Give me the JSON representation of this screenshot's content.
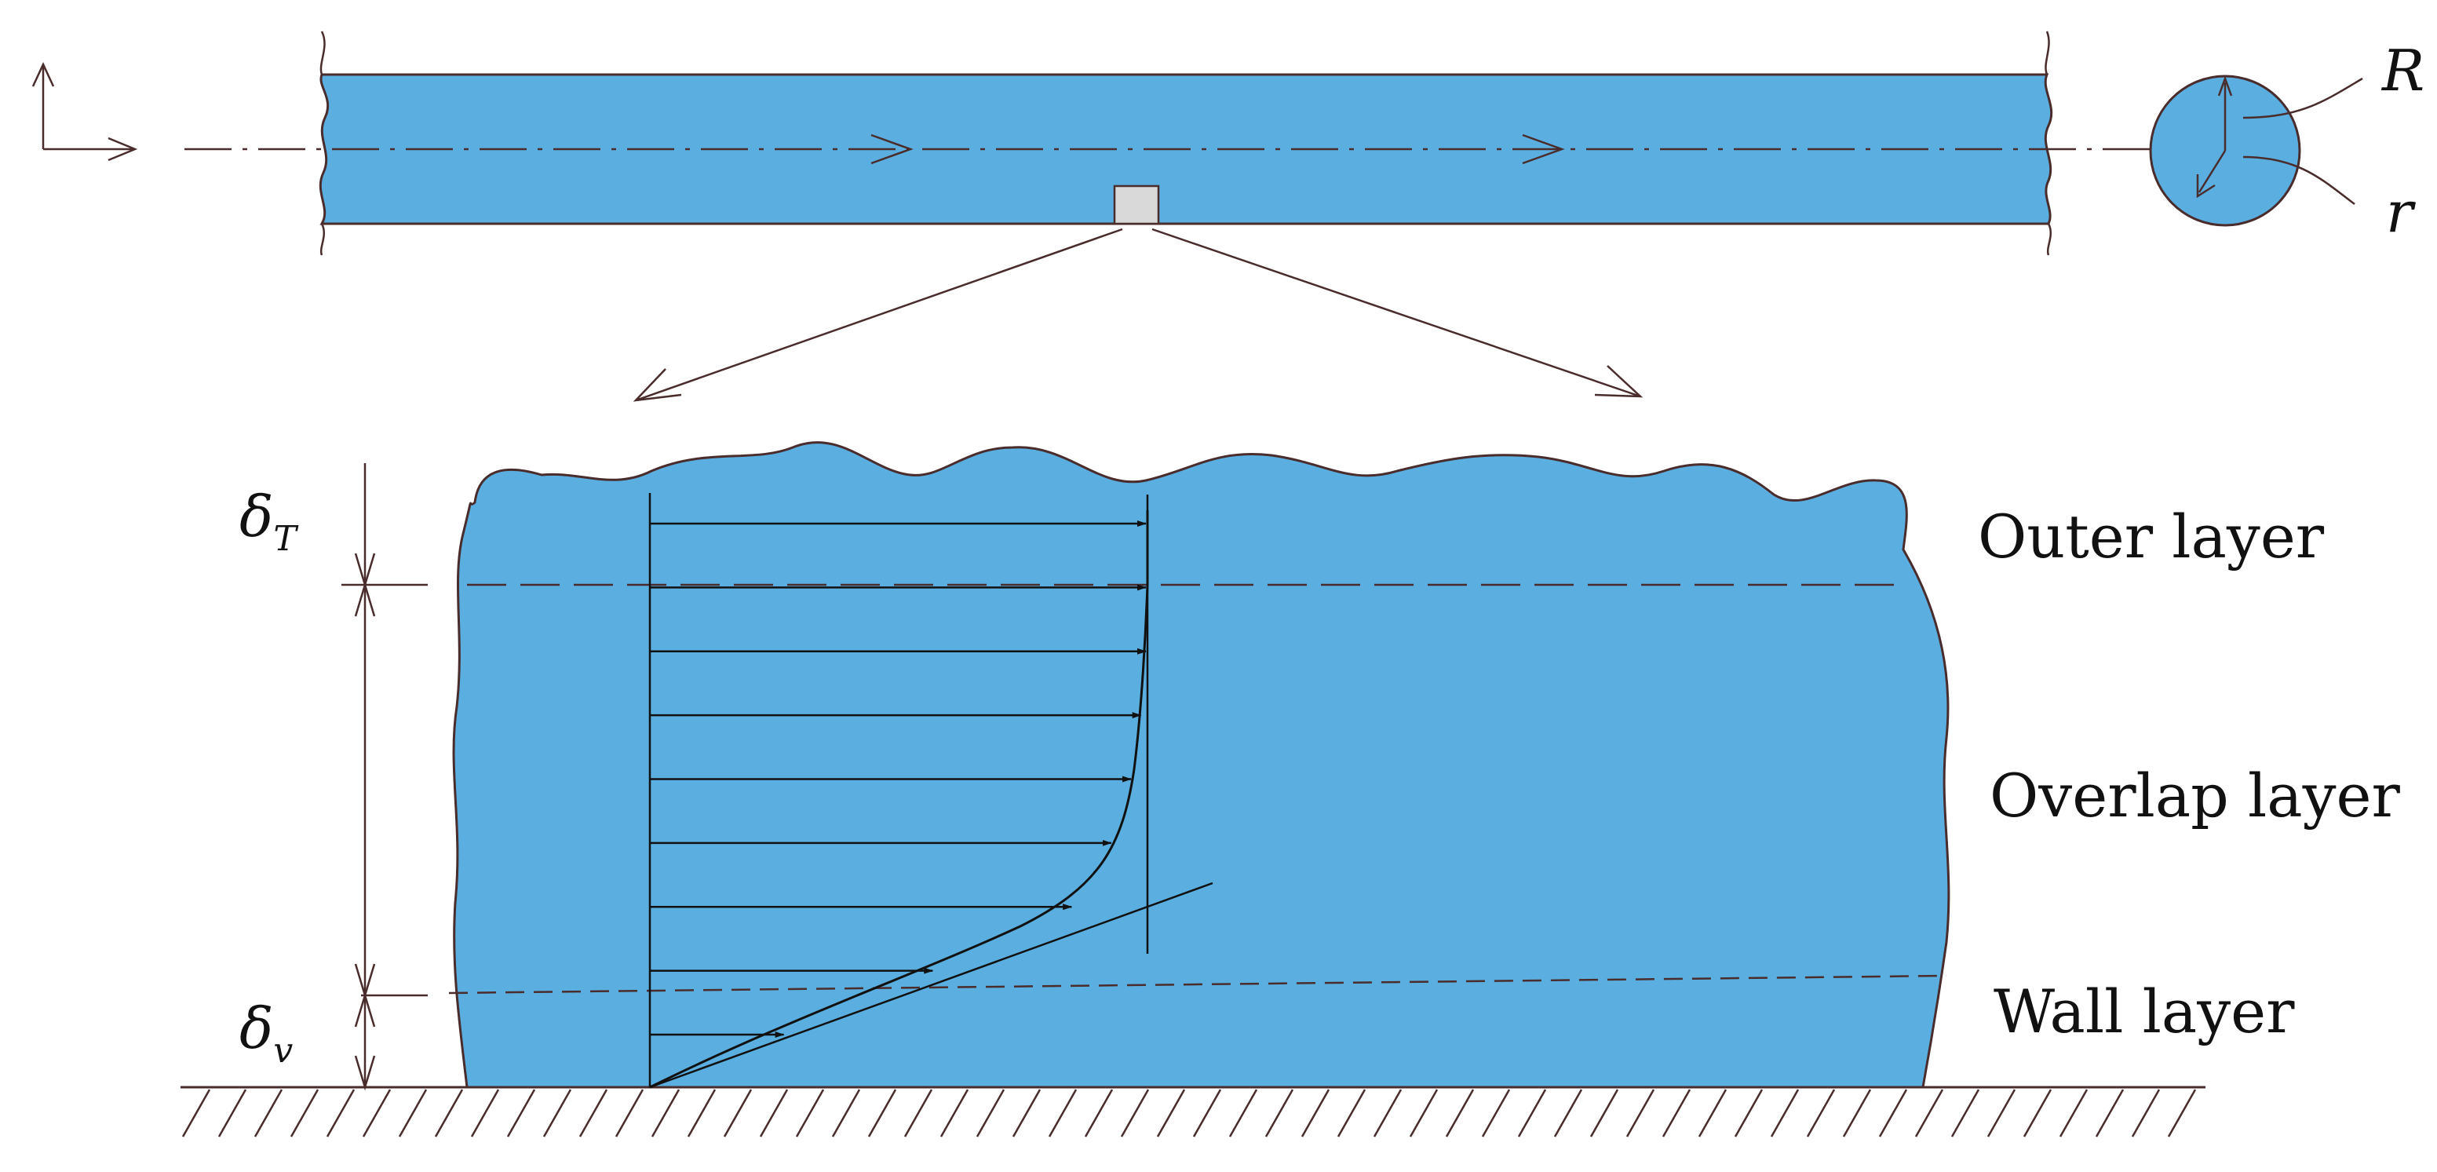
{
  "labels": {
    "outer_layer": "Outer layer",
    "overlap_layer": "Overlap layer",
    "wall_layer": "Wall layer",
    "pipe_radius": "R",
    "radial_coord": "r",
    "delta_symbol": "δ",
    "delta_T_sub": "T",
    "delta_v_sub": "v"
  },
  "colors": {
    "fluid": "#5aafe0",
    "ink": "#4a2c2c",
    "profile_lines": "#111111",
    "element_box": "#d9d9d9"
  },
  "velocity_profile": {
    "arrow_count": 9,
    "arrow_lengths_relative": [
      0.27,
      0.57,
      0.85,
      0.93,
      0.97,
      0.99,
      1.0,
      1.0,
      1.0
    ]
  }
}
